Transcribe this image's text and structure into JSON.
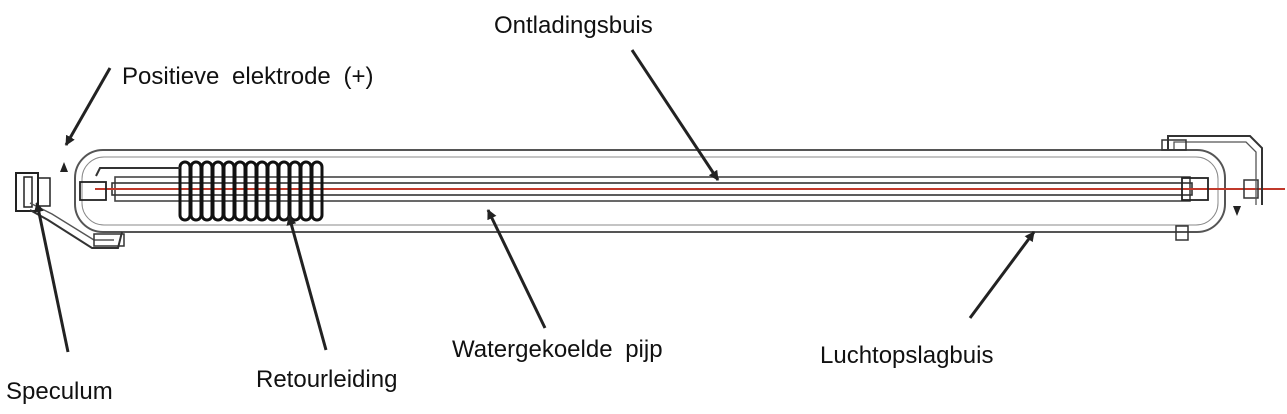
{
  "labels": {
    "discharge_tube": "Ontladingsbuis",
    "positive_electrode": "Positieve elektrode (+)",
    "speculum": "Speculum",
    "return_line": "Retourleiding",
    "water_cooled_pipe": "Watergekoelde pijp",
    "air_storage_tube": "Luchtopslagbuis"
  },
  "colors": {
    "line": "#222222",
    "beam": "#c0392b",
    "glass": "#555555"
  }
}
